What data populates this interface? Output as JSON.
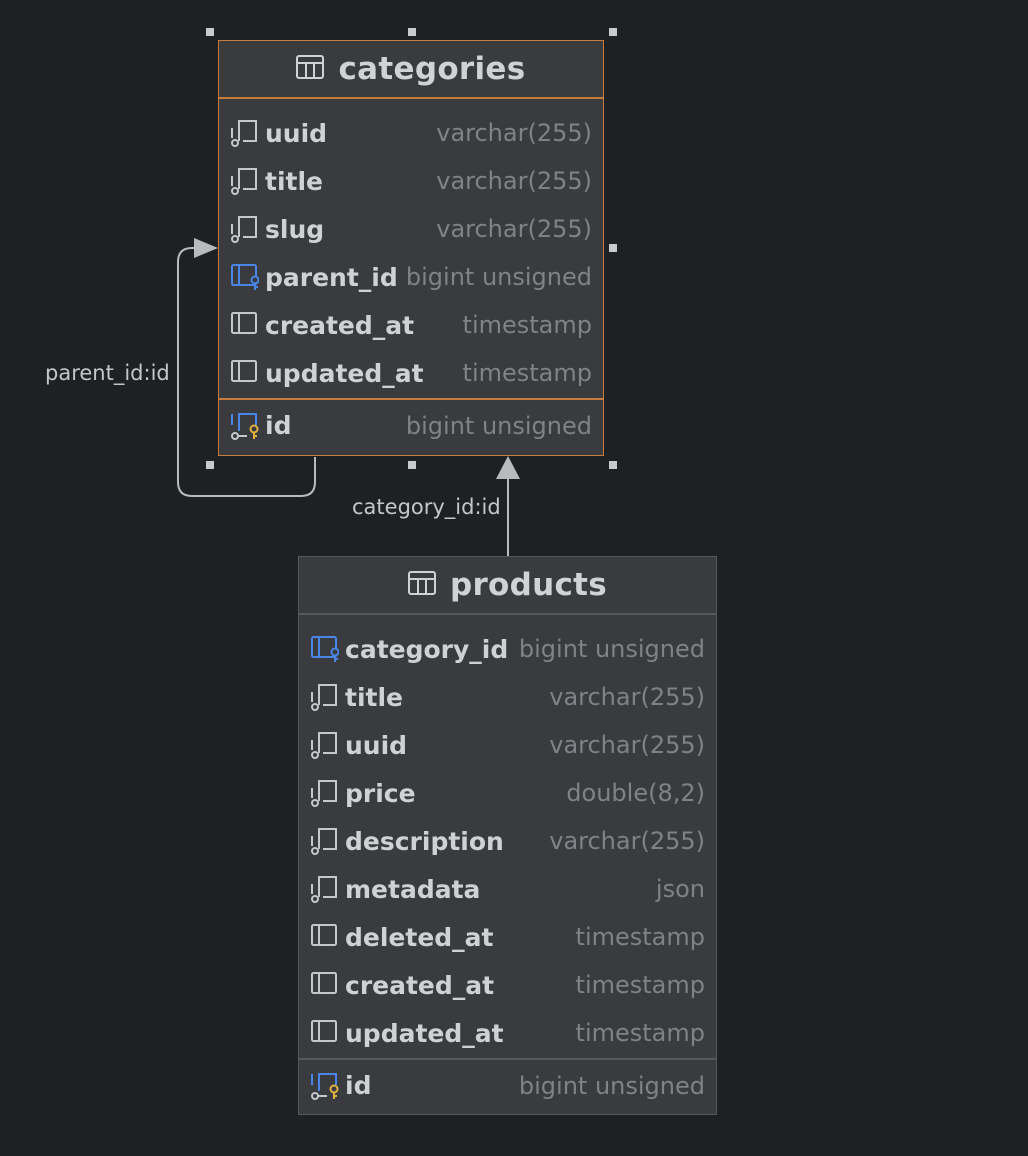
{
  "tables": {
    "categories": {
      "name": "categories",
      "columns": [
        {
          "name": "uuid",
          "type": "varchar(255)",
          "icon": "column-index-icon"
        },
        {
          "name": "title",
          "type": "varchar(255)",
          "icon": "column-index-icon"
        },
        {
          "name": "slug",
          "type": "varchar(255)",
          "icon": "column-index-icon"
        },
        {
          "name": "parent_id",
          "type": "bigint unsigned",
          "icon": "foreign-key-icon"
        },
        {
          "name": "created_at",
          "type": "timestamp",
          "icon": "column-icon"
        },
        {
          "name": "updated_at",
          "type": "timestamp",
          "icon": "column-icon"
        }
      ],
      "primary": {
        "name": "id",
        "type": "bigint unsigned",
        "icon": "primary-key-icon"
      }
    },
    "products": {
      "name": "products",
      "columns": [
        {
          "name": "category_id",
          "type": "bigint unsigned",
          "icon": "foreign-key-icon"
        },
        {
          "name": "title",
          "type": "varchar(255)",
          "icon": "column-index-icon"
        },
        {
          "name": "uuid",
          "type": "varchar(255)",
          "icon": "column-index-icon"
        },
        {
          "name": "price",
          "type": "double(8,2)",
          "icon": "column-index-icon"
        },
        {
          "name": "description",
          "type": "varchar(255)",
          "icon": "column-index-icon"
        },
        {
          "name": "metadata",
          "type": "json",
          "icon": "column-index-icon"
        },
        {
          "name": "deleted_at",
          "type": "timestamp",
          "icon": "column-icon"
        },
        {
          "name": "created_at",
          "type": "timestamp",
          "icon": "column-icon"
        },
        {
          "name": "updated_at",
          "type": "timestamp",
          "icon": "column-icon"
        }
      ],
      "primary": {
        "name": "id",
        "type": "bigint unsigned",
        "icon": "primary-key-icon"
      }
    }
  },
  "relations": {
    "self": "parent_id:id",
    "products_categories": "category_id:id"
  },
  "colors": {
    "background": "#1f2023",
    "selection": "#c77c3e",
    "key_blue": "#4a86e8",
    "key_gold": "#e0b040"
  }
}
